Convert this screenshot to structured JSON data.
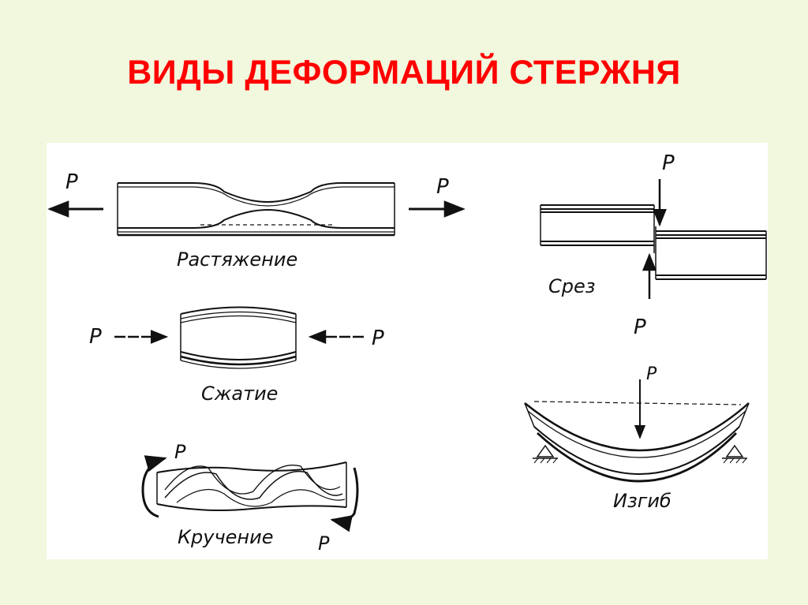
{
  "title": "ВИДЫ ДЕФОРМАЦИЙ СТЕРЖНЯ",
  "colors": {
    "background": "#f1f8de",
    "title": "#ff0000",
    "panel": "#ffffff",
    "ink": "#111111"
  },
  "figures": {
    "tension": {
      "label": "Растяжение",
      "force_left": "P",
      "force_right": "P"
    },
    "compression": {
      "label": "Сжатие",
      "force_left": "P",
      "force_right": "P"
    },
    "torsion": {
      "label": "Кручение",
      "force_top": "P",
      "force_bottom": "P"
    },
    "shear": {
      "label": "Срез",
      "force_top": "P"
    },
    "bending": {
      "label": "Изгиб",
      "force_top": "P",
      "force_inner": "P"
    }
  }
}
